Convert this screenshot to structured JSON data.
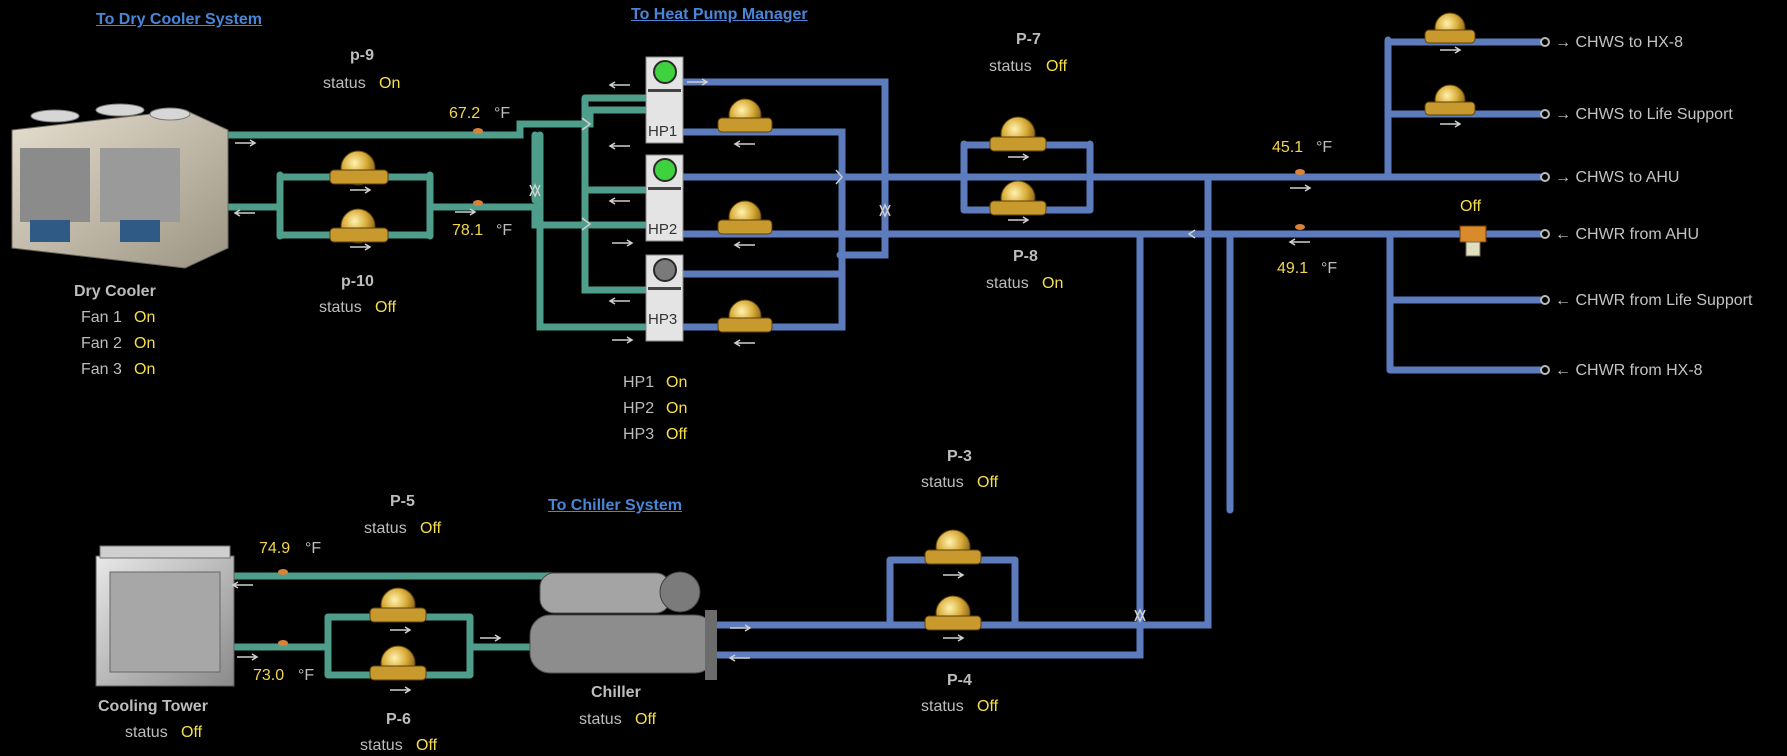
{
  "links": {
    "dry_cooler": "To Dry Cooler System",
    "heat_pump": "To Heat Pump Manager",
    "chiller": "To Chiller System"
  },
  "common": {
    "status_label": "status",
    "unit": "°F"
  },
  "pumps": {
    "p9": {
      "name": "p-9",
      "status": "On"
    },
    "p10": {
      "name": "p-10",
      "status": "Off"
    },
    "p7": {
      "name": "P-7",
      "status": "Off"
    },
    "p8": {
      "name": "P-8",
      "status": "On"
    },
    "p3": {
      "name": "P-3",
      "status": "Off"
    },
    "p4": {
      "name": "P-4",
      "status": "Off"
    },
    "p5": {
      "name": "P-5",
      "status": "Off"
    },
    "p6": {
      "name": "P-6",
      "status": "Off"
    }
  },
  "dry_cooler": {
    "title": "Dry Cooler",
    "fans": [
      {
        "label": "Fan 1",
        "status": "On"
      },
      {
        "label": "Fan 2",
        "status": "On"
      },
      {
        "label": "Fan 3",
        "status": "On"
      }
    ]
  },
  "heat_pumps": [
    {
      "label": "HP1",
      "status": "On",
      "indicator": "#3fd23f"
    },
    {
      "label": "HP2",
      "status": "On",
      "indicator": "#3fd23f"
    },
    {
      "label": "HP3",
      "status": "Off",
      "indicator": "#7a7a7a"
    }
  ],
  "temps": {
    "t1": "67.2",
    "t2": "78.1",
    "t3": "45.1",
    "t4": "49.1",
    "t5": "74.9",
    "t6": "73.0"
  },
  "valve_status": "Off",
  "cooling_tower": {
    "title": "Cooling Tower",
    "status": "Off"
  },
  "chiller": {
    "title": "Chiller",
    "status": "Off"
  },
  "chw": {
    "supply": [
      {
        "label": "CHWS to HX-8"
      },
      {
        "label": "CHWS to Life Support"
      },
      {
        "label": "CHWS to AHU"
      }
    ],
    "return": [
      {
        "label": "CHWR from AHU"
      },
      {
        "label": "CHWR from Life Support"
      },
      {
        "label": "CHWR from HX-8"
      }
    ]
  },
  "colors": {
    "green_pipe": "#4f9e8c",
    "blue_pipe": "#5d7cbd",
    "pump": "#d9ad3a",
    "value": "#f6e04a",
    "link": "#4a86d8"
  }
}
